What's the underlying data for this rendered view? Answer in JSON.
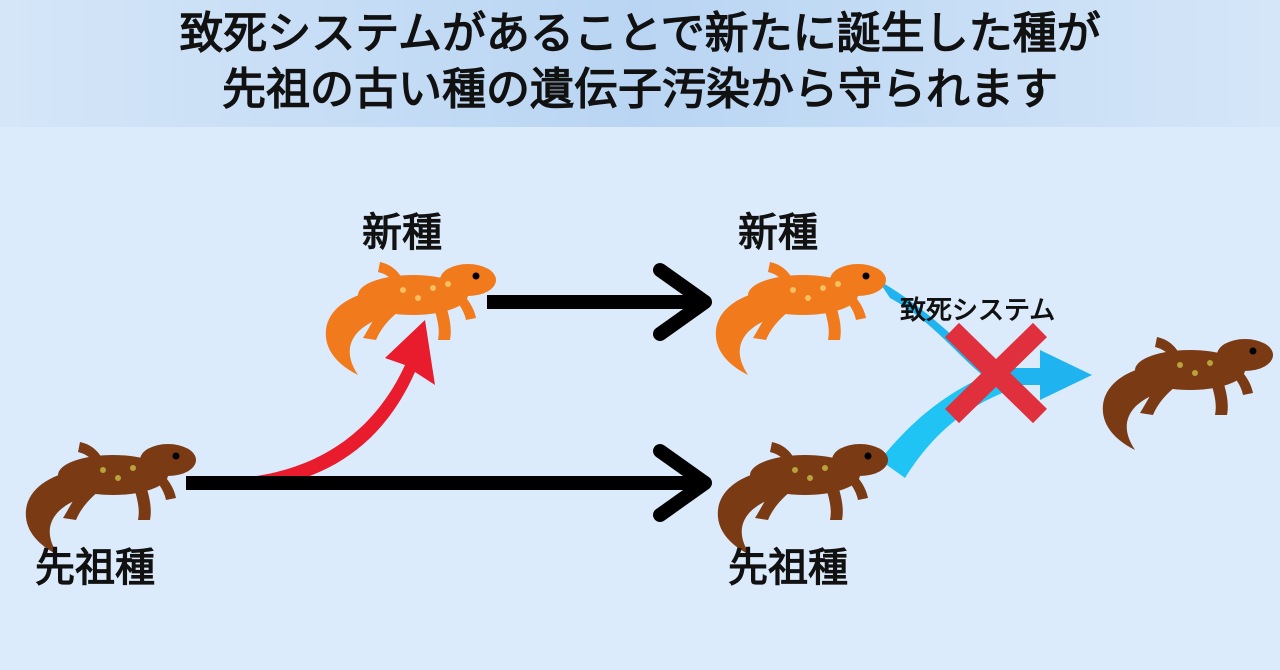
{
  "header": {
    "line1": "致死システムがあることで新たに誕生した種が",
    "line2": "先祖の古い種の遺伝子汚染から守られます"
  },
  "labels": {
    "new_species_left": "新種",
    "new_species_right": "新種",
    "ancestor_left": "先祖種",
    "ancestor_right": "先祖種",
    "lethal_system": "致死システム"
  },
  "colors": {
    "background": "#e0effc",
    "new_species": "#f07a1c",
    "ancestor_species": "#7a3a14",
    "speciation_arrow": "#e81c2c",
    "black_arrow": "#000000",
    "lethal_arrow": "#1fb4ef",
    "cross_mark": "#e0303e"
  },
  "icons": {
    "creature": "salamander-icon",
    "cross": "cross-mark-icon"
  }
}
